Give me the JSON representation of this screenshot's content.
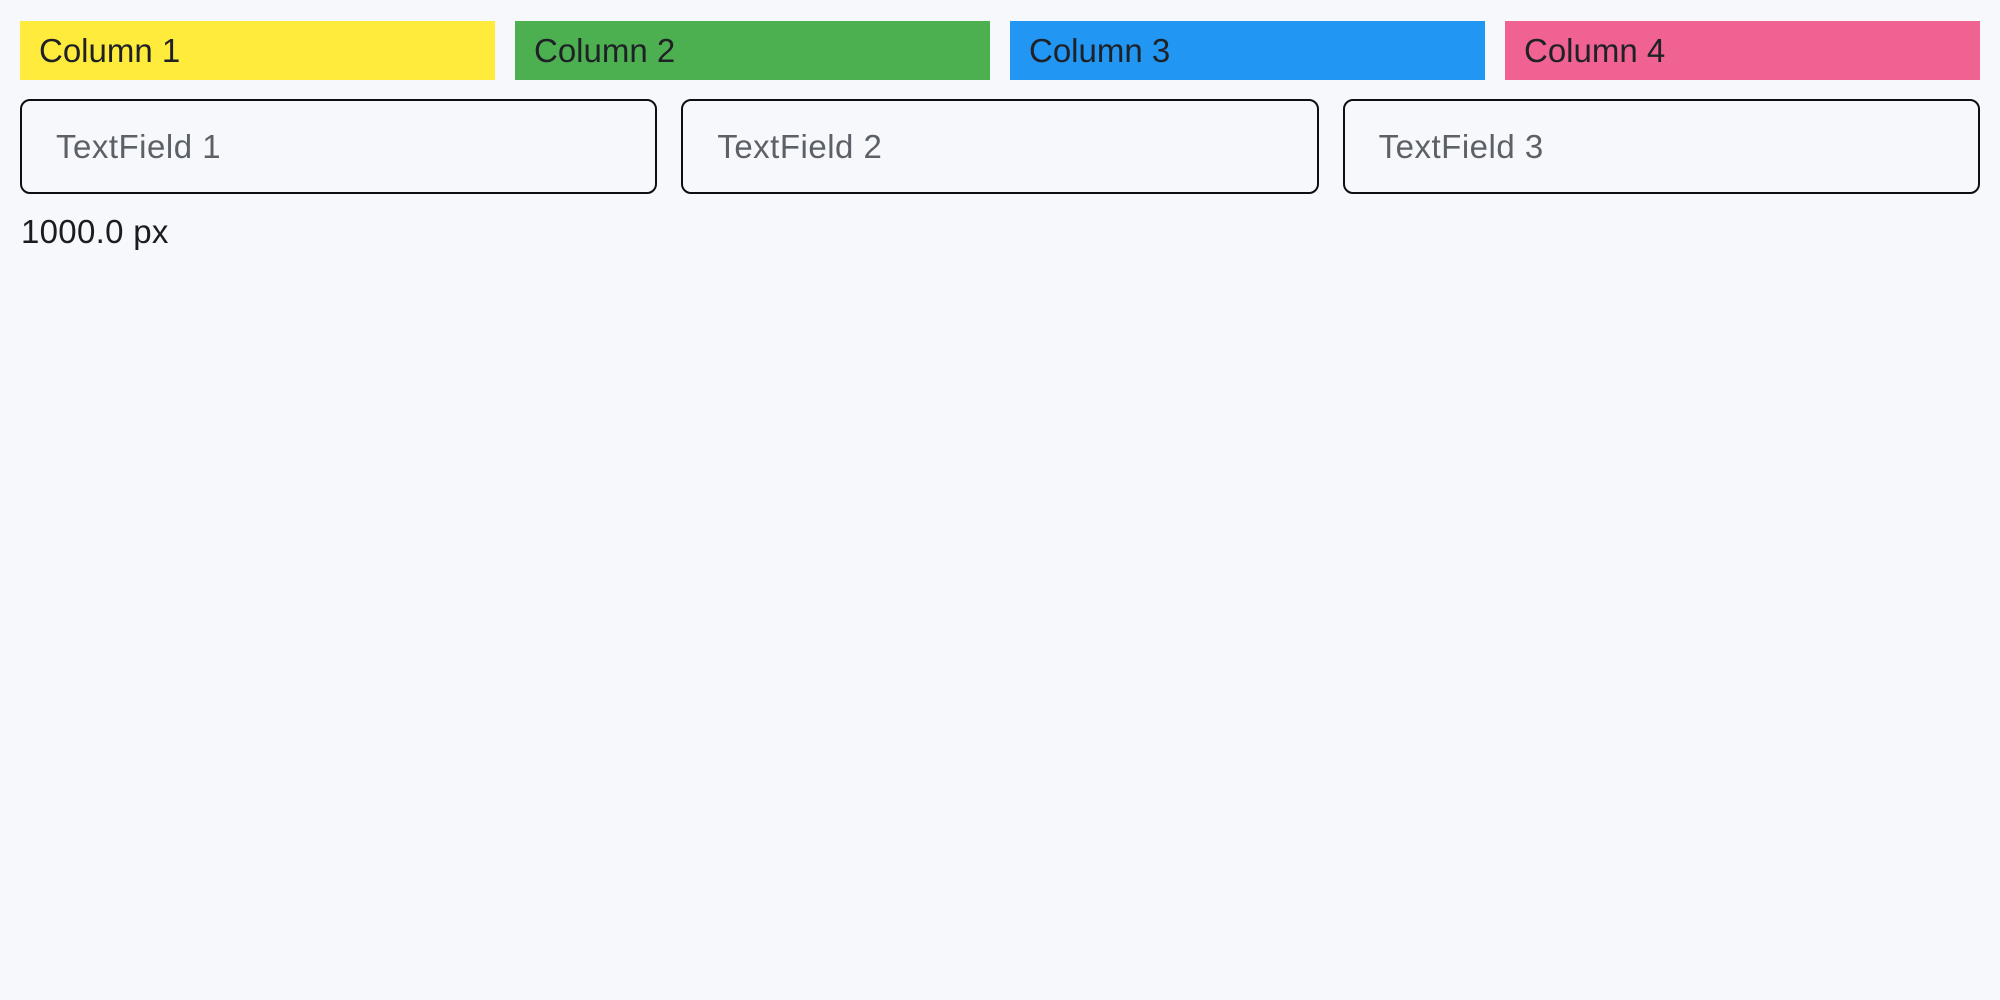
{
  "page": {
    "background_color": "#f7f8fc",
    "text_color": "#1f2126",
    "field_border_color": "#0e0f12",
    "placeholder_color": "#5c6168"
  },
  "columns": [
    {
      "label": "Column 1",
      "color": "#ffeb3b"
    },
    {
      "label": "Column 2",
      "color": "#4caf50"
    },
    {
      "label": "Column 3",
      "color": "#2196f3"
    },
    {
      "label": "Column 4",
      "color": "#f06292"
    }
  ],
  "textfields": [
    {
      "placeholder": "TextField 1"
    },
    {
      "placeholder": "TextField 2"
    },
    {
      "placeholder": "TextField 3"
    }
  ],
  "footer": {
    "width_label": "1000.0 px"
  }
}
